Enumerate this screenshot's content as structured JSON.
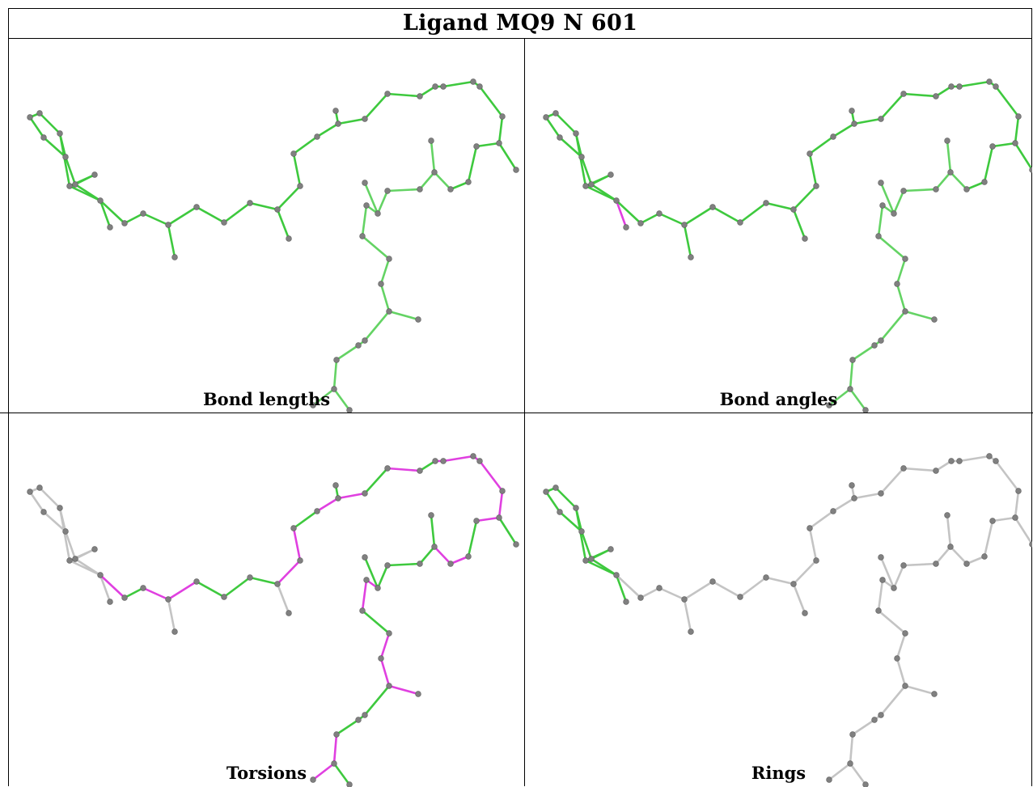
{
  "title": "Ligand MQ9 N 601",
  "panels": [
    {
      "caption": "Bond lengths"
    },
    {
      "caption": "Bond angles"
    },
    {
      "caption": "Torsions"
    },
    {
      "caption": "Rings"
    }
  ],
  "colors": {
    "pass_bond": "#3ec93e",
    "outlier_bond": "#e040e0",
    "neutral_bond": "#c4c4c4",
    "atom": "#808080"
  }
}
